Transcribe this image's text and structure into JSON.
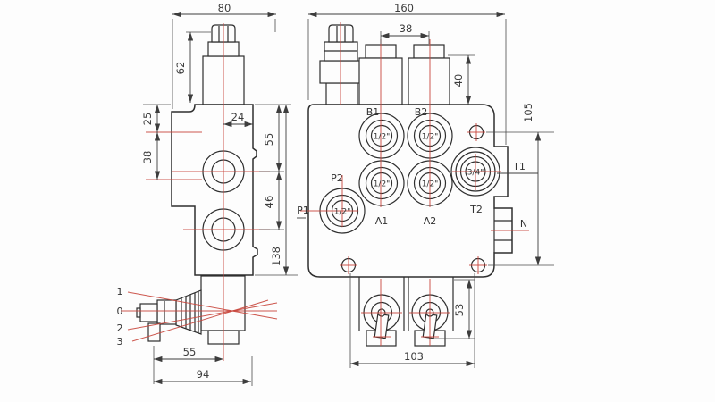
{
  "drawing": {
    "colors": {
      "outline": "#2e2e2e",
      "dimension": "#3d3d3d",
      "centerline": "#c8463c",
      "background": "#fdfdfd"
    },
    "side_view": {
      "dim_width": "80",
      "dim_relief_height": "62",
      "dim_side_port_top": "25",
      "dim_side_port_spacing": "38",
      "dim_port_to_edge": "24",
      "dim_top_to_port1": "55",
      "dim_port_gap": "46",
      "dim_body_height": "138",
      "dim_lever_to_center": "55",
      "dim_lever_to_back": "94",
      "lever_positions": {
        "p1": "1",
        "p0": "0",
        "p2": "2",
        "p3": "3"
      }
    },
    "front_view": {
      "dim_width": "160",
      "dim_cap_spacing": "38",
      "dim_cap_height": "40",
      "dim_mount_holes_vertical": "105",
      "dim_bracket_height": "53",
      "dim_mount_holes_horizontal": "103",
      "ports": {
        "b1": {
          "label": "B1",
          "size": "1/2\""
        },
        "b2": {
          "label": "B2",
          "size": "1/2\""
        },
        "a1": {
          "label": "A1",
          "size": "1/2\""
        },
        "a2": {
          "label": "A2",
          "size": "1/2\""
        },
        "p1": {
          "label": "P1",
          "size": "1/2\""
        },
        "p2": {
          "label": "P2"
        },
        "t1": {
          "label": "T1",
          "size": "3/4\""
        },
        "t2": {
          "label": "T2"
        },
        "n": {
          "label": "N"
        }
      }
    }
  }
}
